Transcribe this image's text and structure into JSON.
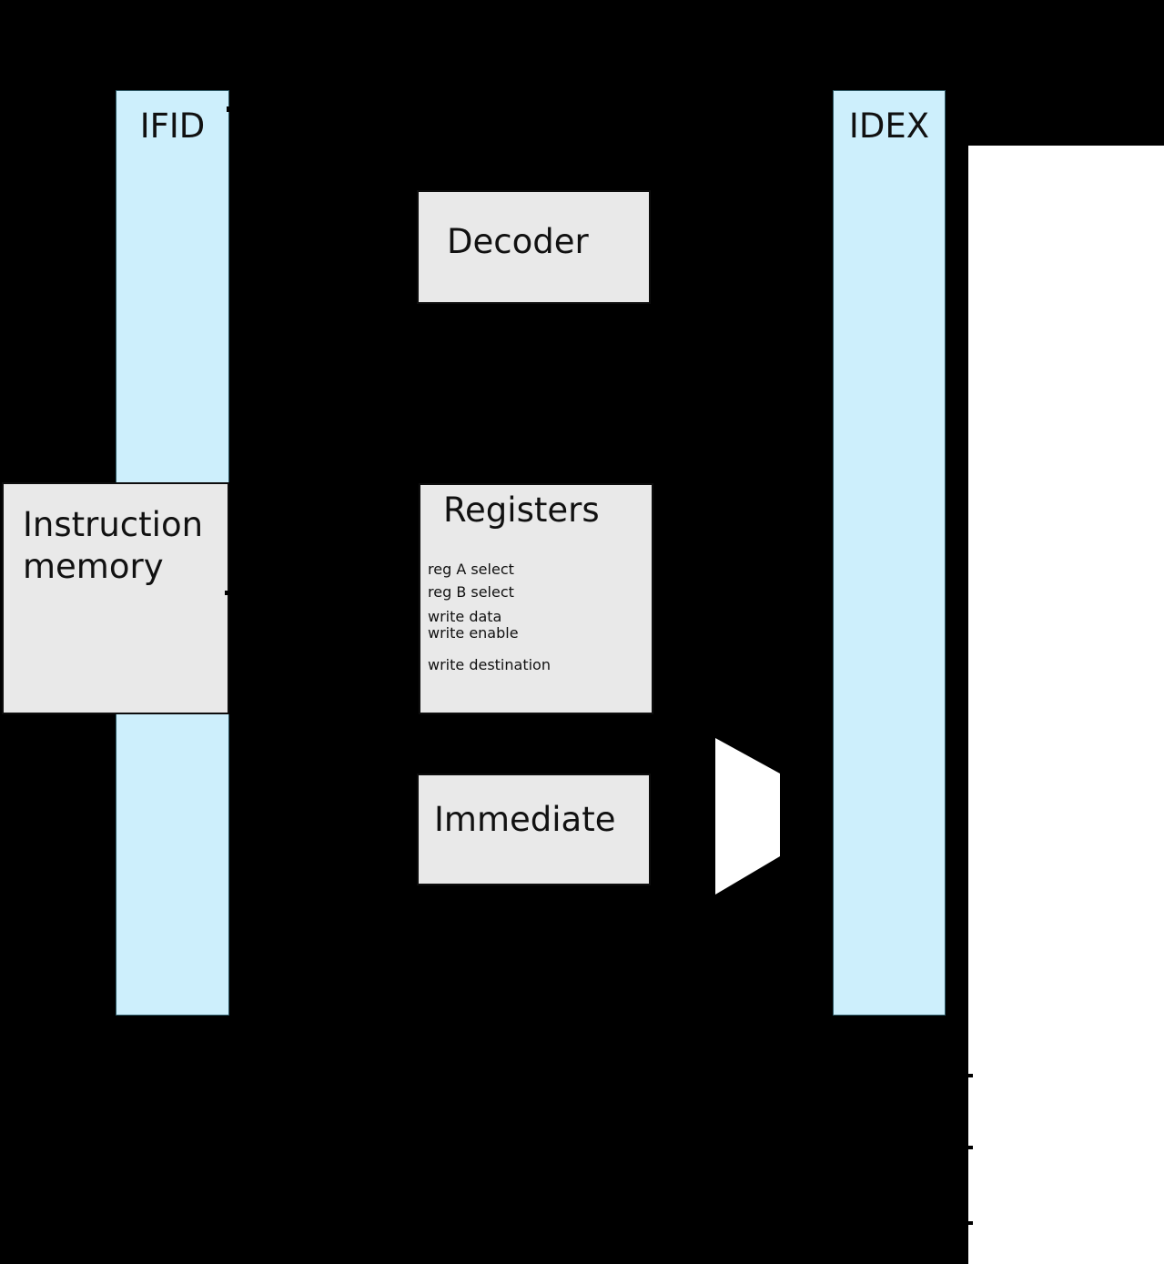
{
  "colors": {
    "background": "#000000",
    "canvas": "#ffffff",
    "pipeline-register-fill": "#cdeffc",
    "pipeline-register-border": "#2e5a66",
    "block-fill": "#e9e9e9",
    "block-border": "#0d0d0d",
    "text": "#111111"
  },
  "pipeline_registers": {
    "ifid": {
      "label": "IFID"
    },
    "idex": {
      "label": "IDEX"
    }
  },
  "blocks": {
    "instruction_memory": {
      "label": "Instruction memory"
    },
    "decoder": {
      "label": "Decoder"
    },
    "registers": {
      "title": "Registers",
      "ports": [
        {
          "label": "reg A select"
        },
        {
          "label": "reg B select"
        },
        {
          "label": "write data"
        },
        {
          "label": "write enable"
        },
        {
          "label": "write destination"
        }
      ]
    },
    "immediate": {
      "label": "Immediate"
    }
  }
}
